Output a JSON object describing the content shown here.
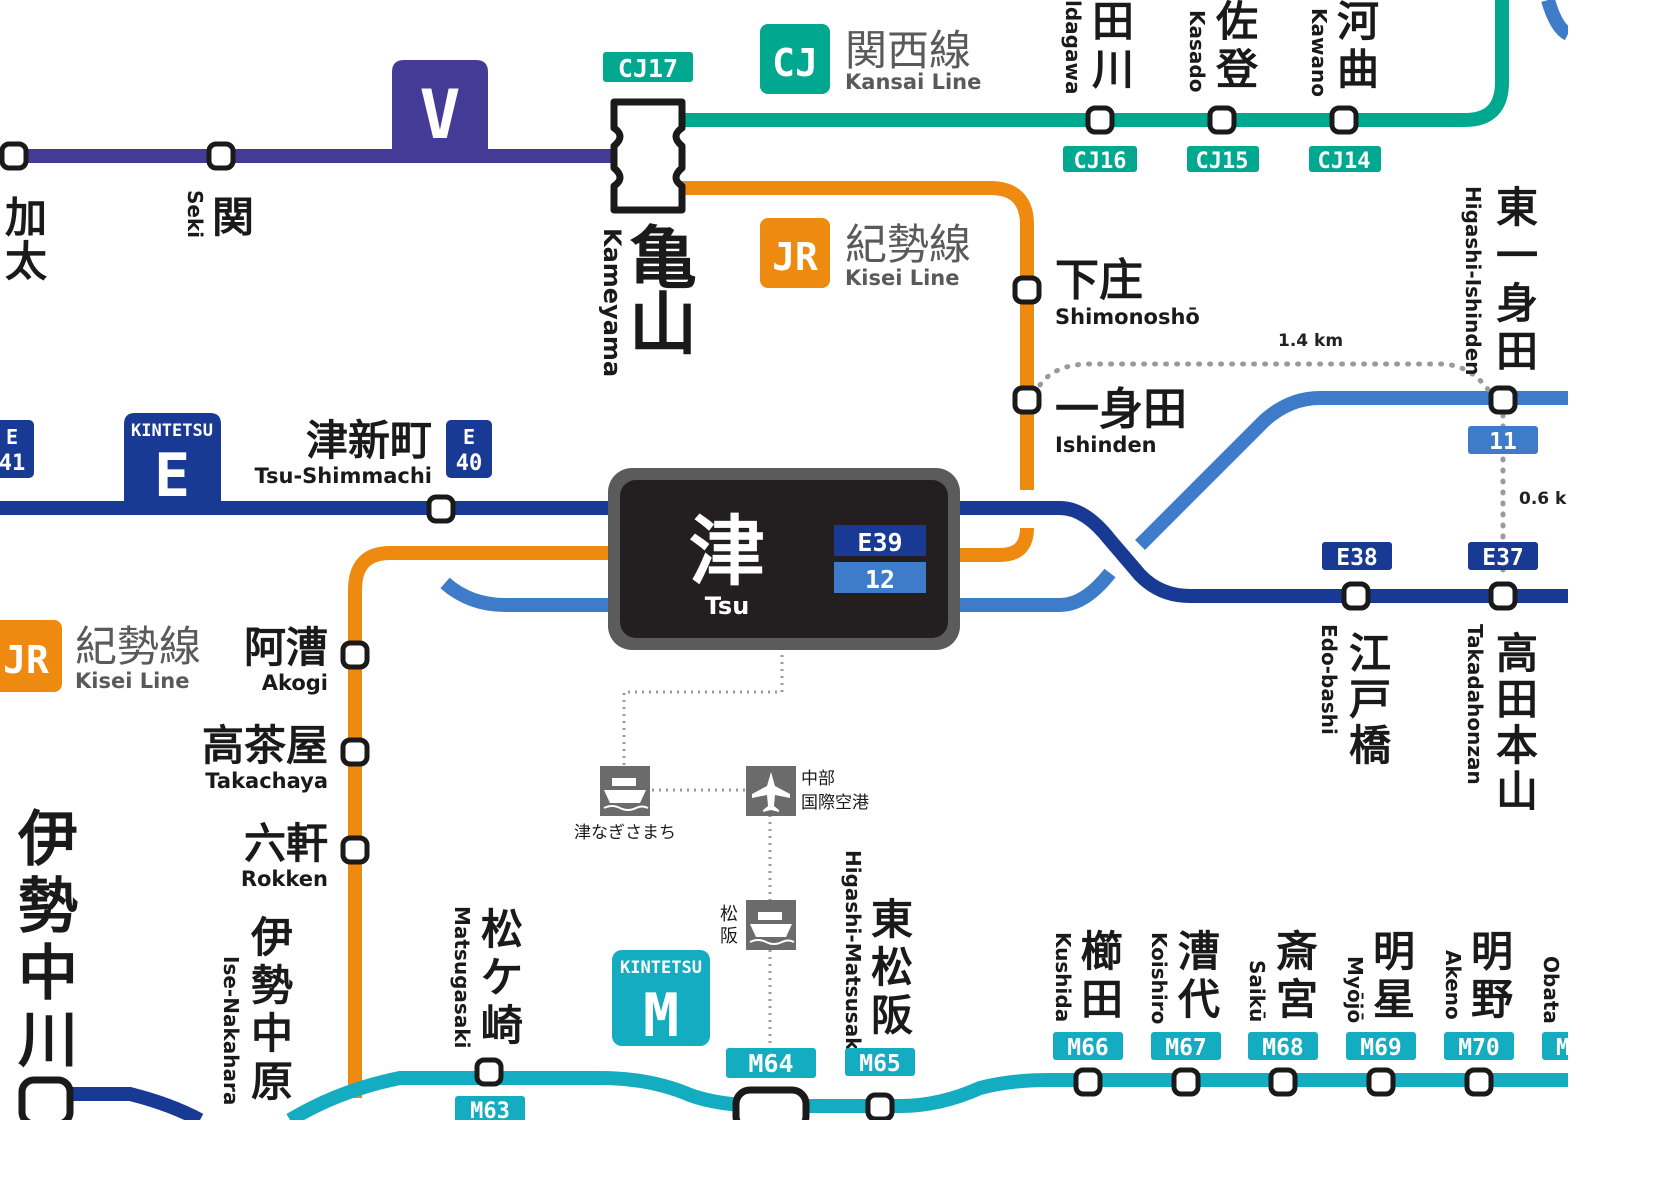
{
  "colors": {
    "kansai": "#00a88f",
    "kisei": "#ef8a10",
    "kintetsu_v": "#433b96",
    "kintetsu_e": "#193a94",
    "ise_railway": "#3e7bc9",
    "kintetsu_m": "#13acc1",
    "hub": "#231f20"
  },
  "lines": {
    "kansai": {
      "badge": "CJ",
      "name_jp": "関西線",
      "name_en": "Kansai Line"
    },
    "kisei_top": {
      "badge": "JR",
      "name_jp": "紀勢線",
      "name_en": "Kisei Line"
    },
    "kisei_left": {
      "badge": "JR",
      "name_jp": "紀勢線",
      "name_en": "Kisei Line"
    },
    "v": {
      "letter": "V"
    },
    "e": {
      "company": "KINTETSU",
      "letter": "E"
    },
    "m": {
      "company": "KINTETSU",
      "letter": "M"
    }
  },
  "hub": {
    "jp": "津",
    "en": "Tsu",
    "code_e": "E39",
    "code_ise": "12"
  },
  "stations": {
    "kameyama": {
      "jp1": "亀",
      "jp2": "山",
      "en": "Kameyama",
      "code": "CJ17"
    },
    "sekikaji": {
      "jp": "加太"
    },
    "seki": {
      "jp": "関",
      "en": "Seki"
    },
    "shimanogawa": {
      "jp": "田川",
      "en": "ldagawa",
      "code": "CJ16"
    },
    "kasado": {
      "jp": "佐登",
      "en": "Kasado",
      "code": "CJ15"
    },
    "kawano": {
      "jp": "河曲",
      "en": "Kawano",
      "code": "CJ14"
    },
    "shimonosho": {
      "jp": "下庄",
      "en": "Shimonoshō"
    },
    "ishinden": {
      "jp": "一身田",
      "en": "Ishinden"
    },
    "higashi_ishinden": {
      "jp": "東一身田",
      "en": "Higashi-Ishinden",
      "code": "11"
    },
    "tsu_shimmachi": {
      "jp": "津新町",
      "en": "Tsu-Shimmachi",
      "code_top": "E",
      "code_num": "40"
    },
    "e41": {
      "code_top": "E",
      "code_num": "41"
    },
    "edobashi": {
      "jp": "江戸橋",
      "en": "Edo-bashi",
      "code": "E38"
    },
    "takadahonzan": {
      "jp": "高田本山",
      "en": "Takadahonzan",
      "code": "E37"
    },
    "akogi": {
      "jp": "阿漕",
      "en": "Akogi"
    },
    "takachaya": {
      "jp": "高茶屋",
      "en": "Takachaya"
    },
    "rokken": {
      "jp": "六軒",
      "en": "Rokken"
    },
    "ise_nakahara": {
      "jp": "伊勢中原",
      "en": "Ise-Nakahara"
    },
    "ise_nakagawa": {
      "jp": "伊勢中川"
    },
    "matsugasaki": {
      "jp": "松ケ崎",
      "en": "Matsugasaki",
      "code": "M63"
    },
    "matsusaka": {
      "code": "M64"
    },
    "higashi_matsusaka": {
      "jp": "東松阪",
      "en": "Higashi-Matsusaka",
      "code": "M65"
    },
    "kushida": {
      "jp": "櫛田",
      "en": "Kushida",
      "code": "M66"
    },
    "koishiro": {
      "jp": "漕代",
      "en": "Koishiro",
      "code": "M67"
    },
    "saiku": {
      "jp": "斎宮",
      "en": "Saikū",
      "code": "M68"
    },
    "myojo": {
      "jp": "明星",
      "en": "Myōjō",
      "code": "M69"
    },
    "akeno": {
      "jp": "明野",
      "en": "Akeno",
      "code": "M70"
    },
    "obata": {
      "en": "Obata"
    }
  },
  "transfers": {
    "walk_1": "1.4 km",
    "walk_2": "0.6 k",
    "ferry_tsu": "津なぎさまち",
    "airport_l1": "中部",
    "airport_l2": "国際空港",
    "ferry_matsusaka": "松阪"
  }
}
